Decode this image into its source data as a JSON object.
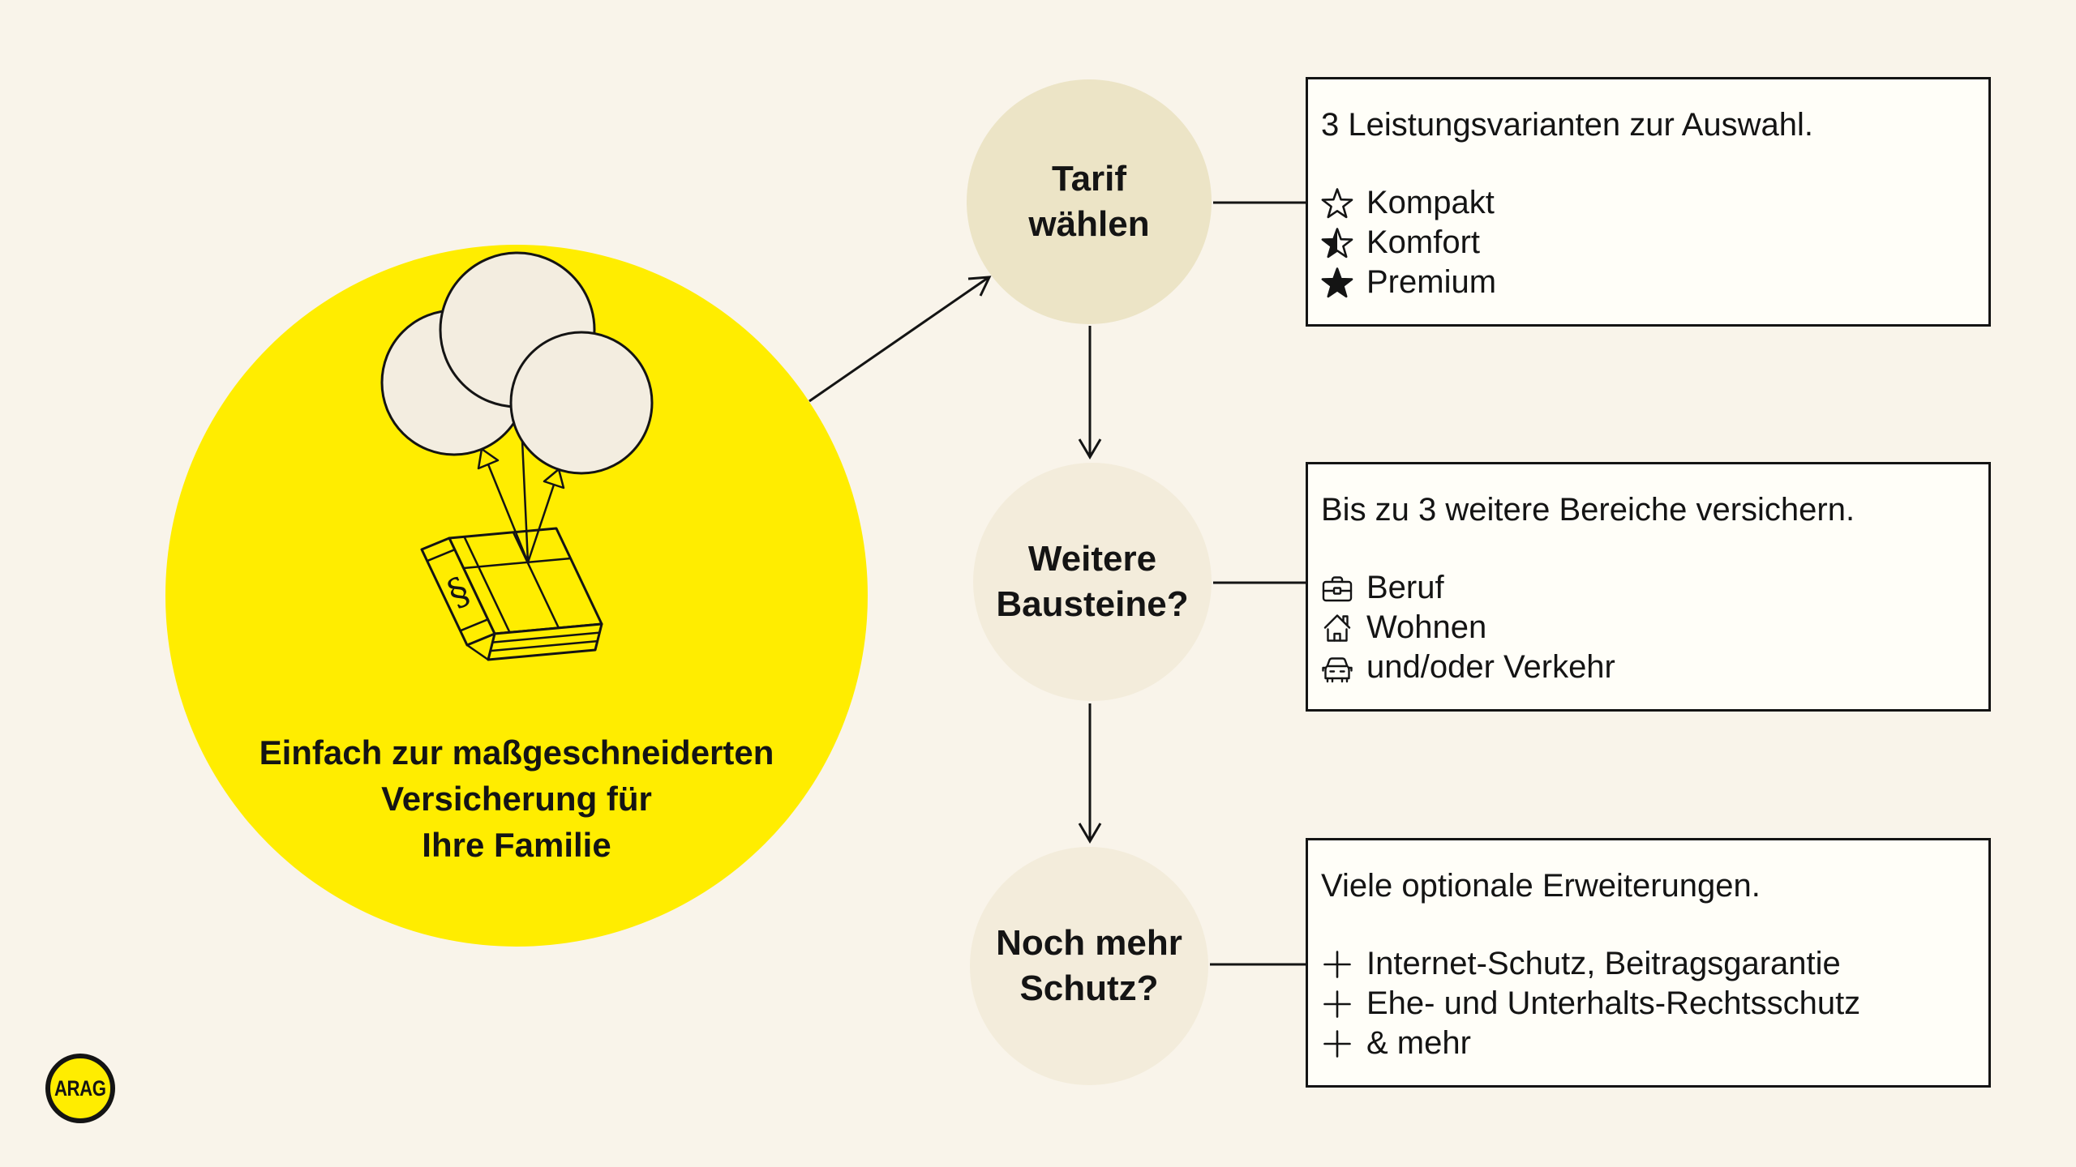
{
  "colors": {
    "background": "#F9F4EA",
    "yellow": "#FFED00",
    "circle_primary": "#ECE4C6",
    "circle_secondary": "#F3ECDB",
    "balloon": "#F3EDE0",
    "box_bg": "#FFFEF8",
    "line": "#141414",
    "text": "#141414"
  },
  "intro": {
    "lines": [
      "Einfach zur maßgeschneiderten",
      "Versicherung für",
      "Ihre Familie"
    ]
  },
  "logo": {
    "label": "ARAG"
  },
  "steps": [
    {
      "label_lines": [
        "Tarif",
        "wählen"
      ],
      "box": {
        "heading": "3 Leistungsvarianten zur Auswahl.",
        "items": [
          {
            "icon": "star-outline-icon",
            "label": "Kompakt"
          },
          {
            "icon": "star-half-icon",
            "label": "Komfort"
          },
          {
            "icon": "star-filled-icon",
            "label": "Premium"
          }
        ]
      }
    },
    {
      "label_lines": [
        "Weitere",
        "Bausteine?"
      ],
      "box": {
        "heading": "Bis zu 3 weitere Bereiche versichern.",
        "items": [
          {
            "icon": "briefcase-icon",
            "label": "Beruf"
          },
          {
            "icon": "house-icon",
            "label": "Wohnen"
          },
          {
            "icon": "car-icon",
            "label": "und/oder Verkehr"
          }
        ]
      }
    },
    {
      "label_lines": [
        "Noch mehr",
        "Schutz?"
      ],
      "box": {
        "heading": "Viele optionale Erweiterungen.",
        "items": [
          {
            "icon": "plus-icon",
            "label": "Internet-Schutz, Beitragsgarantie"
          },
          {
            "icon": "plus-icon",
            "label": "Ehe- und Unterhalts-Rechtsschutz"
          },
          {
            "icon": "plus-icon",
            "label": "& mehr"
          }
        ]
      }
    }
  ]
}
